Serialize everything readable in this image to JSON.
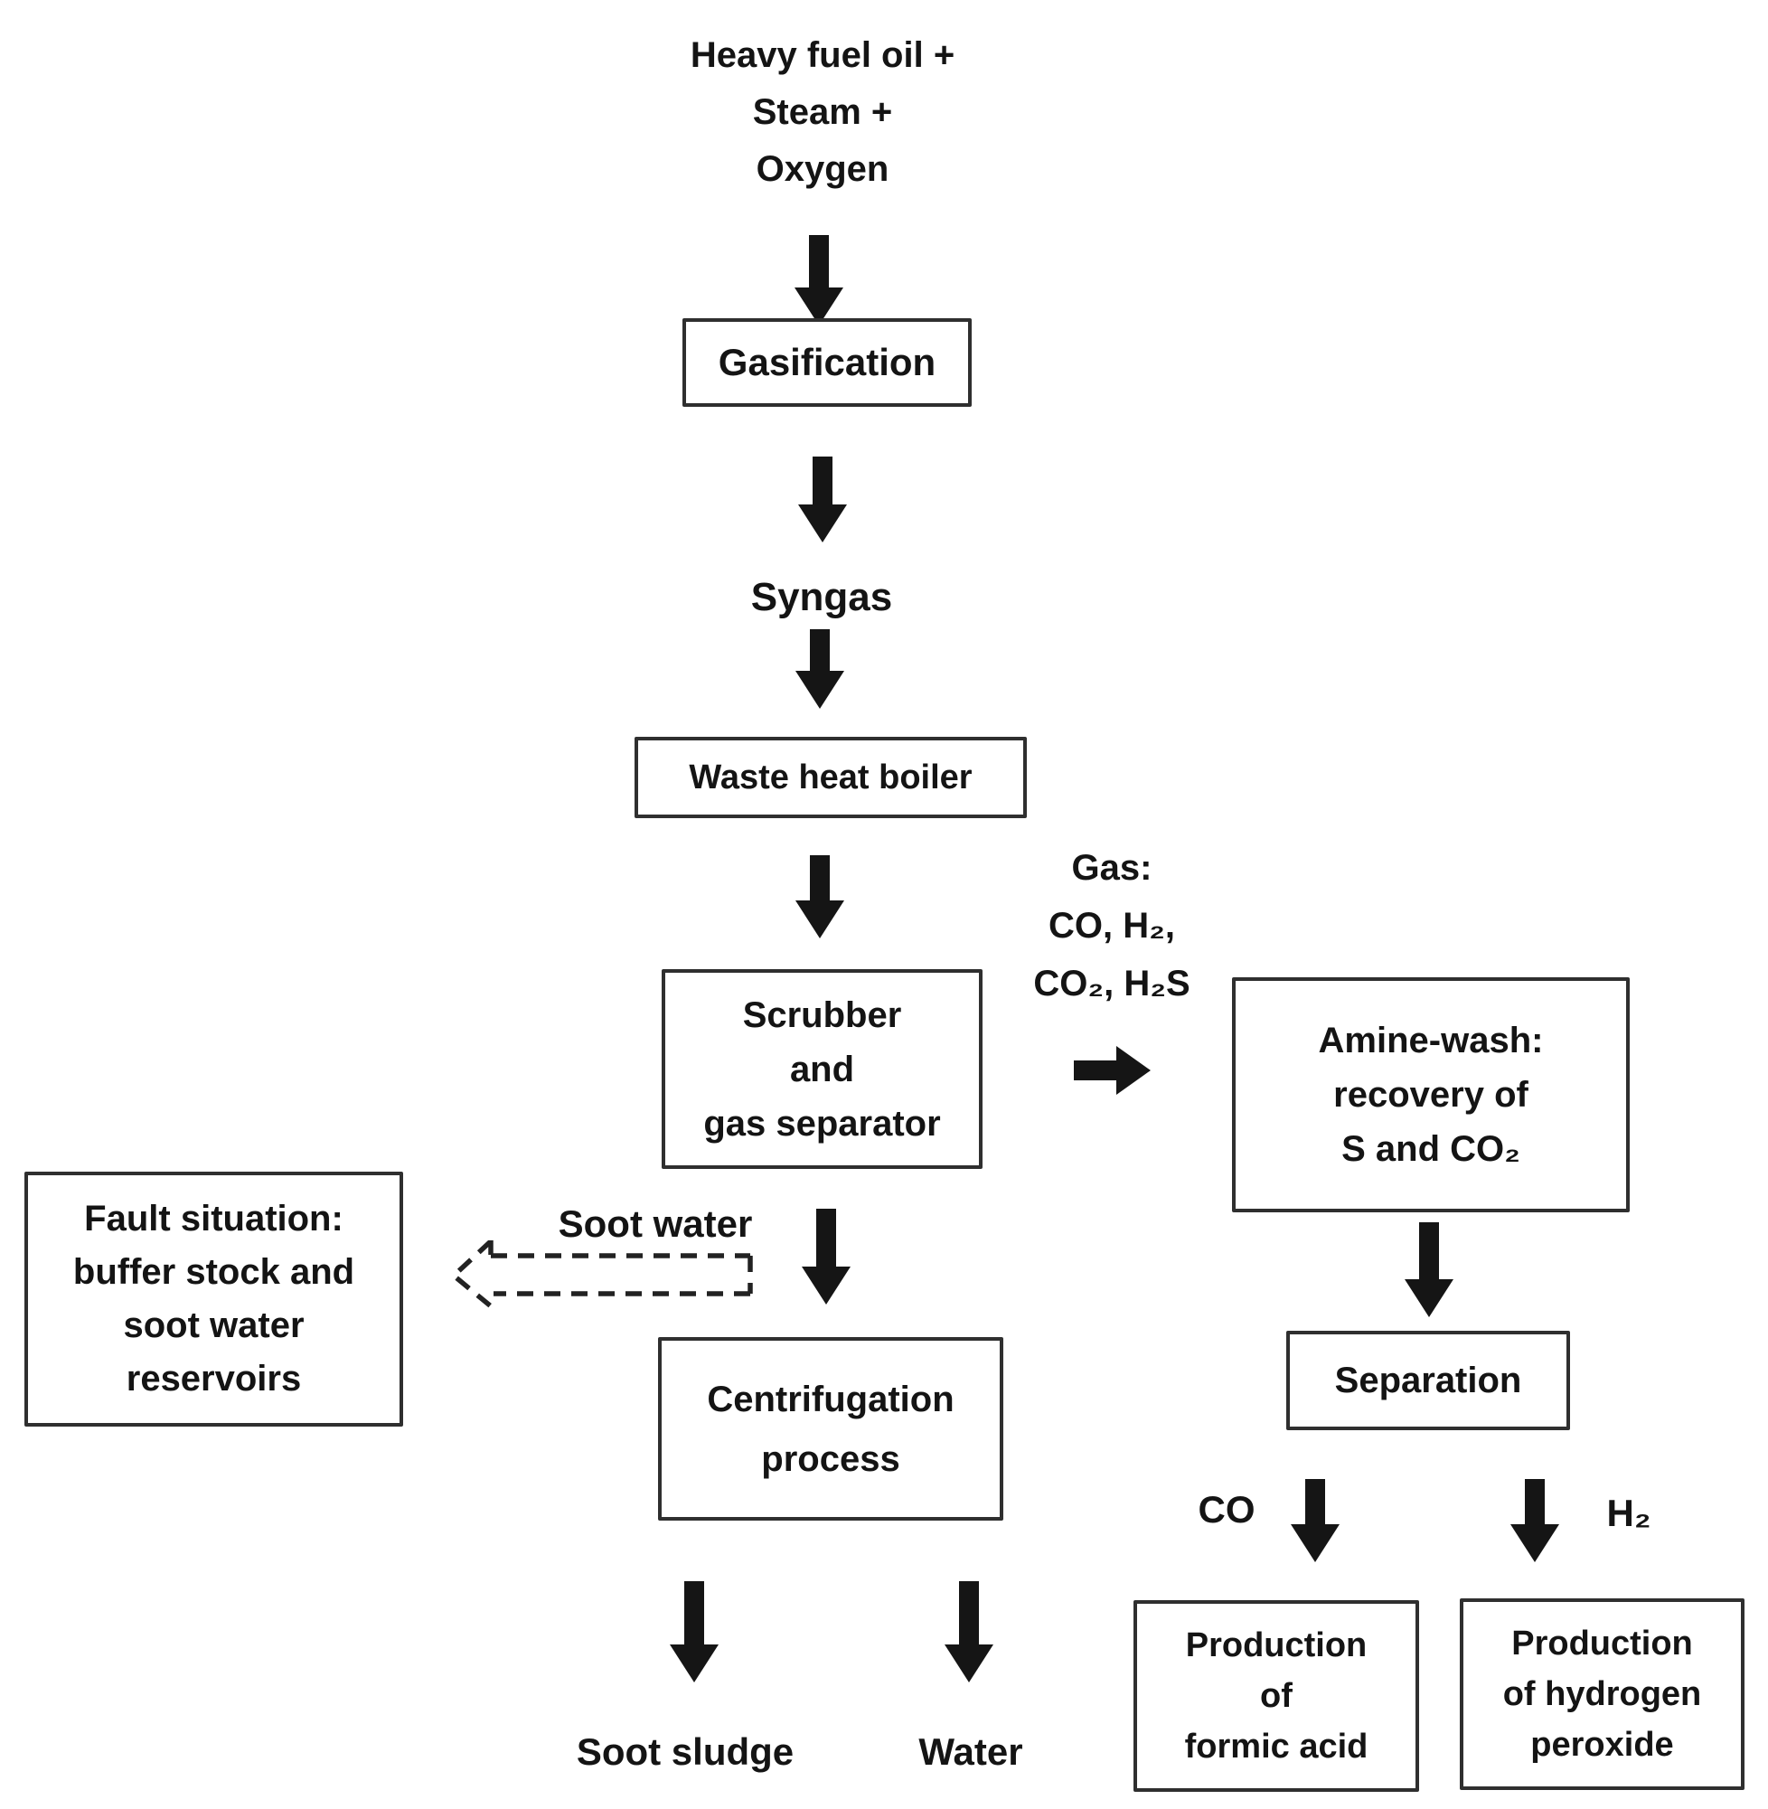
{
  "diagram": {
    "labels": {
      "inputs": "Heavy fuel oil +\nSteam +\nOxygen",
      "syngas": "Syngas",
      "gas": "Gas:\nCO, H₂,\nCO₂, H₂S",
      "soot_water": "Soot water",
      "soot_sludge": "Soot sludge",
      "water": "Water",
      "co": "CO",
      "h2": "H₂"
    },
    "boxes": {
      "gasification": "Gasification",
      "waste_heat_boiler": "Waste heat boiler",
      "scrubber": "Scrubber\nand\ngas separator",
      "amine_wash": "Amine-wash:\nrecovery of\nS and CO₂",
      "fault": "Fault situation:\nbuffer stock and\nsoot water\nreservoirs",
      "centrifugation": "Centrifugation\nprocess",
      "separation": "Separation",
      "formic_acid": "Production\nof\nformic acid",
      "hydrogen_peroxide": "Production\nof hydrogen\nperoxide"
    },
    "colors": {
      "ink": "#141414",
      "box_border": "#2f2f2f",
      "background": "#ffffff"
    }
  }
}
